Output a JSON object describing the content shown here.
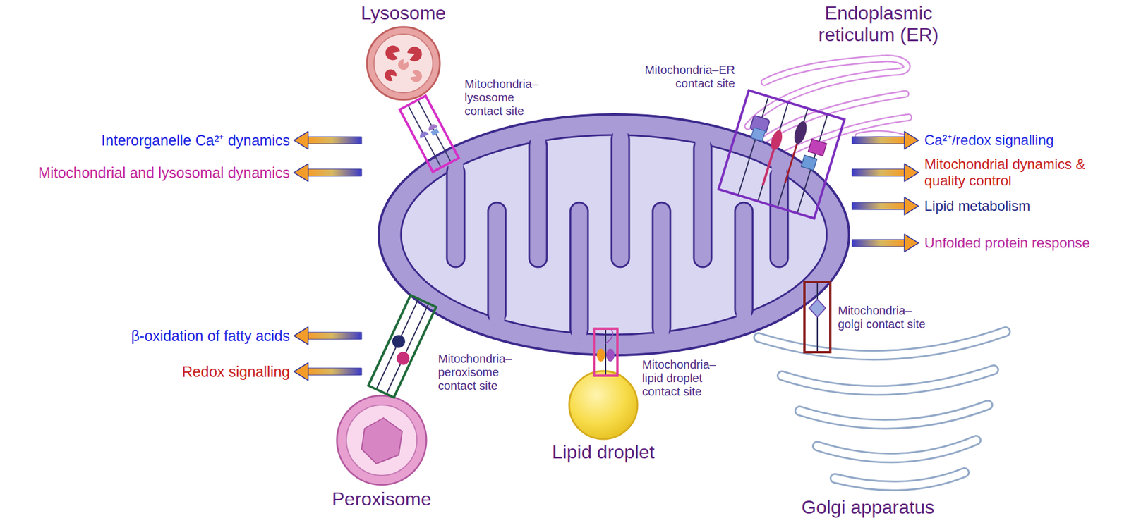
{
  "diagram": {
    "nodes": [
      {
        "text": [
          "Lysosome"
        ]
      },
      {
        "text": [
          "Endoplasmic reticulum (ER)"
        ]
      },
      {
        "text": [
          "Mitochondria– lysosome contact site"
        ]
      },
      {
        "text": [
          "Mitochondria–ER contact site"
        ]
      },
      {
        "text": [
          "Mitochondria– golgi contact site"
        ]
      },
      {
        "text": [
          "Mitochondria– peroxisome contact site"
        ]
      },
      {
        "text": [
          "Mitochondria– lipid droplet contact site"
        ]
      },
      {
        "text": [
          "Peroxisome"
        ]
      },
      {
        "text": [
          "Lipid droplet"
        ]
      },
      {
        "text": [
          "Golgi apparatus"
        ]
      }
    ],
    "labels": [
      "Interorganelle Ca²⁺ dynamics",
      "Mitochondrial and lysosomal dynamics",
      "Ca²⁺/redox signalling",
      "Mitochondrial dynamics & quality control",
      "Lipid metabolism",
      "Unfolded protein response",
      "β-oxidation of fatty acids",
      "Redox signalling"
    ]
  }
}
